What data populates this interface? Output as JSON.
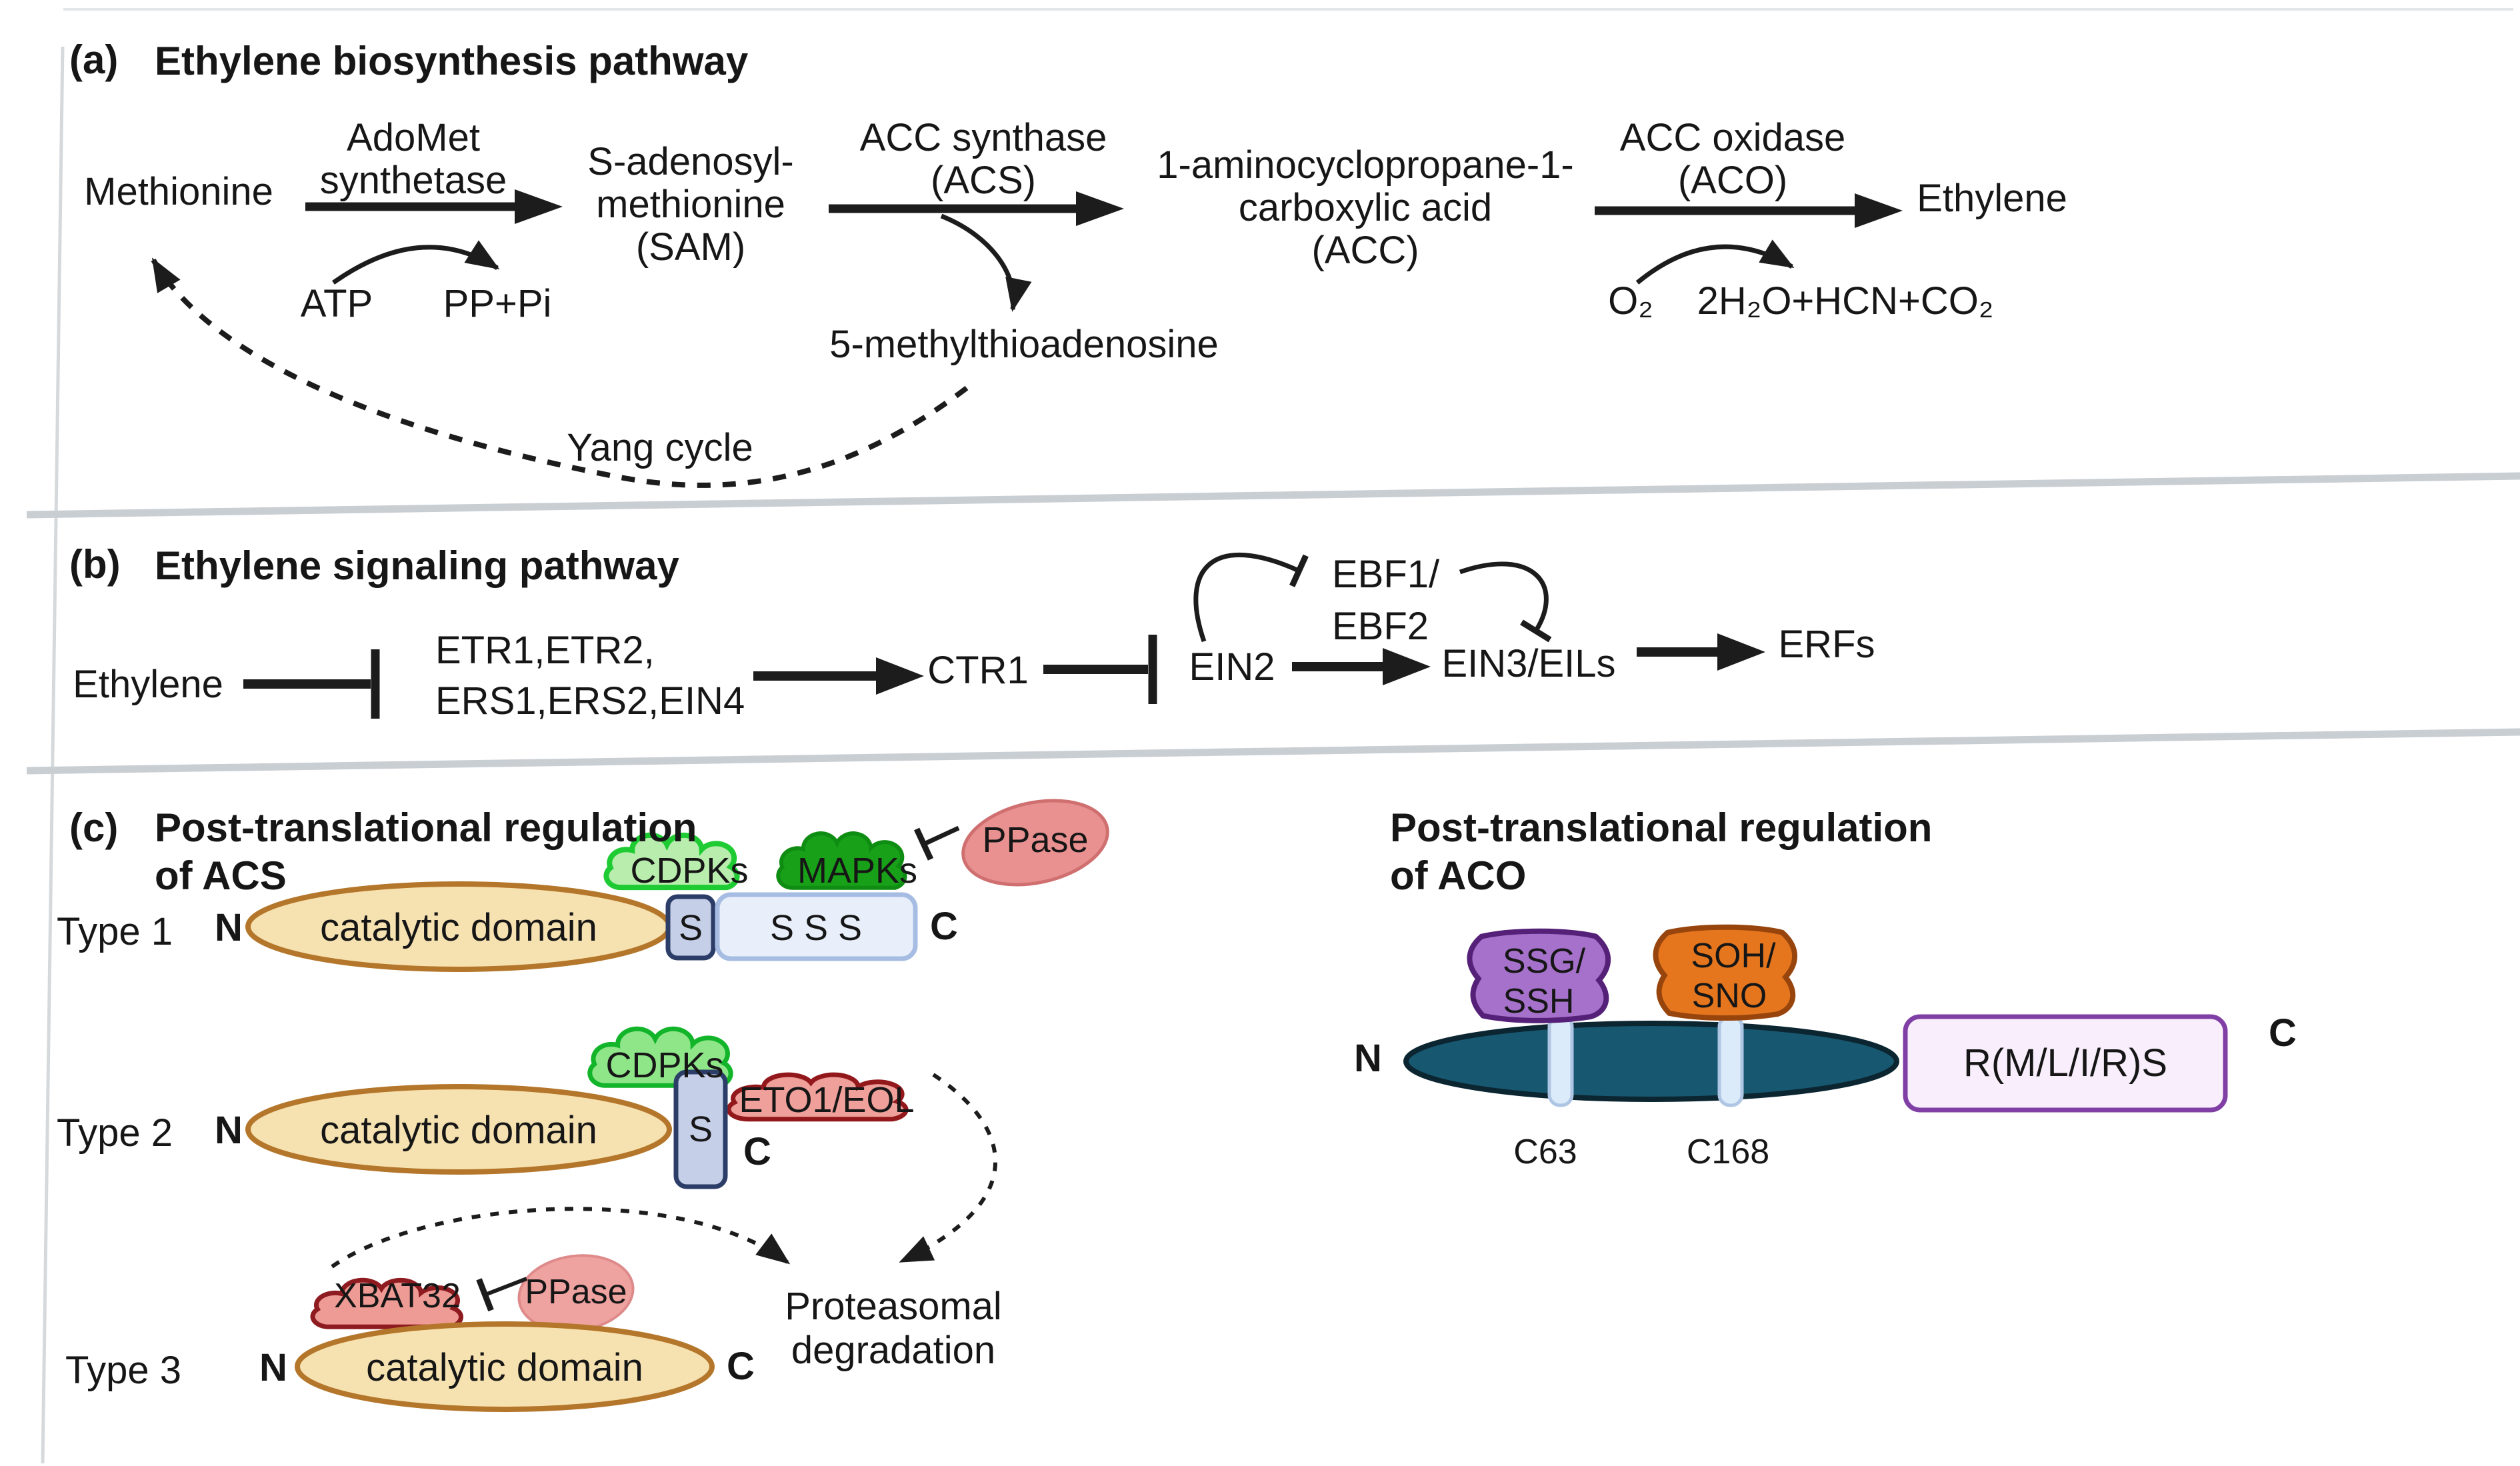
{
  "panel_a": {
    "label": "(a)",
    "title": "Ethylene biosynthesis pathway",
    "nodes": {
      "methionine": "Methionine",
      "sam_l1": "S-adenosyl-",
      "sam_l2": "methionine",
      "sam_l3": "(SAM)",
      "acc_l1": "1-aminocyclopropane-1-",
      "acc_l2": "carboxylic acid",
      "acc_l3": "(ACC)",
      "ethylene": "Ethylene"
    },
    "enzymes": {
      "adomet_l1": "AdoMet",
      "adomet_l2": "synthetase",
      "acs_l1": "ACC synthase",
      "acs_l2": "(ACS)",
      "aco_l1": "ACC oxidase",
      "aco_l2": "(ACO)"
    },
    "cofactors": {
      "atp": "ATP",
      "ppi": "PP+Pi",
      "mta": "5-methylthioadenosine",
      "o2": "O₂",
      "products": "2H₂O+HCN+CO₂"
    },
    "cycle_label": "Yang cycle"
  },
  "panel_b": {
    "label": "(b)",
    "title": "Ethylene signaling pathway",
    "nodes": {
      "ethylene": "Ethylene",
      "receptors_l1": "ETR1,ETR2,",
      "receptors_l2": "ERS1,ERS2,EIN4",
      "ctr1": "CTR1",
      "ein2": "EIN2",
      "ebf_l1": "EBF1/",
      "ebf_l2": "EBF2",
      "ein3": "EIN3/EILs",
      "erfs": "ERFs"
    }
  },
  "panel_c": {
    "label": "(c)",
    "acs_title_l1": "Post-translational regulation",
    "acs_title_l2": "of ACS",
    "aco_title_l1": "Post-translational regulation",
    "aco_title_l2": "of ACO",
    "type1": {
      "label": "Type 1",
      "n": "N",
      "c": "C",
      "domain": "catalytic domain",
      "s_box": "S",
      "sss_box": "S S S",
      "cdpks": "CDPKs",
      "mapks": "MAPKs",
      "ppase": "PPase"
    },
    "type2": {
      "label": "Type 2",
      "n": "N",
      "c": "C",
      "domain": "catalytic domain",
      "s_box": "S",
      "cdpks": "CDPKs",
      "eto1": "ETO1/EOL"
    },
    "type3": {
      "label": "Type 3",
      "n": "N",
      "c": "C",
      "domain": "catalytic domain",
      "xbat32": "XBAT32",
      "ppase": "PPase"
    },
    "proteasomal_l1": "Proteasomal",
    "proteasomal_l2": "degradation",
    "aco": {
      "n": "N",
      "c": "C",
      "ssg_l1": "SSG/",
      "ssg_l2": "SSH",
      "soh_l1": "SOH/",
      "soh_l2": "SNO",
      "c63": "C63",
      "c168": "C168",
      "rbox": "R(M/L/I/R)S"
    }
  },
  "colors": {
    "text": "#161616",
    "arrow": "#1c1c1c",
    "separator": "#c9ced3",
    "catalytic_fill": "#f6e2b0",
    "catalytic_stroke": "#b4762a",
    "cloud_light_green_fill": "#b8edad",
    "cloud_light_green_stroke": "#1ecb32",
    "cloud_green_fill": "#8fe689",
    "cloud_green_stroke": "#12b42a",
    "cloud_dark_green_fill": "#18a018",
    "cloud_dark_green_stroke": "#0f8c12",
    "ppase_fill": "#e99090",
    "ppase_stroke": "#cf6f6f",
    "eto1_fill": "#efa09b",
    "eto1_stroke": "#93181c",
    "xbat_fill": "#ef9b95",
    "xbat_stroke": "#8e1b20",
    "s_box_fill": "#c5cfe8",
    "s_box_stroke": "#2c3e68",
    "sss_box_fill": "#e8effa",
    "sss_box_stroke": "#a6bce2",
    "aco_ellipse_fill": "#175770",
    "aco_ellipse_stroke": "#0b2531",
    "aco_bar_fill": "#dcebf9",
    "aco_bar_stroke": "#aec6e4",
    "ssg_fill": "#a671cb",
    "ssg_stroke": "#552178",
    "soh_fill": "#e5761e",
    "soh_stroke": "#97450d",
    "rbox_fill": "#f9effc",
    "rbox_stroke": "#803fa5"
  }
}
